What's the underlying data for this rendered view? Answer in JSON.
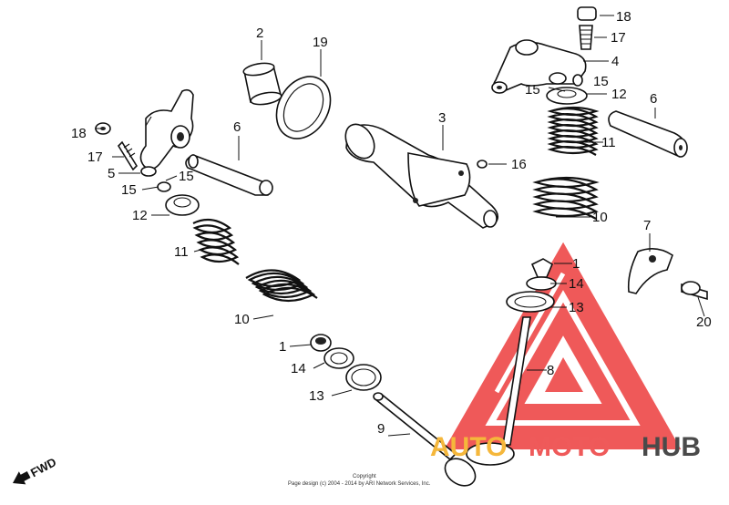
{
  "callouts": {
    "c1a": "1",
    "c1b": "1",
    "c2": "2",
    "c3": "3",
    "c4": "4",
    "c5": "5",
    "c6a": "6",
    "c6b": "6",
    "c7": "7",
    "c8": "8",
    "c9": "9",
    "c10a": "10",
    "c10b": "10",
    "c11a": "11",
    "c11b": "11",
    "c12a": "12",
    "c12b": "12",
    "c13a": "13",
    "c13b": "13",
    "c14a": "14",
    "c14b": "14",
    "c15a": "15",
    "c15b": "15",
    "c15c": "15",
    "c15d": "15",
    "c16": "16",
    "c17a": "17",
    "c17b": "17",
    "c18a": "18",
    "c18b": "18",
    "c19": "19",
    "c20": "20"
  },
  "fwd_label": "FWD",
  "copyright_line1": "Copyright",
  "copyright_line2": "Page design (c) 2004 - 2014 by ARI Network Services, Inc.",
  "watermark": {
    "part1": "AUTO",
    "part2": "MOTO",
    "part3": "HUB",
    "colors": {
      "auto": "#f5b73b",
      "moto": "#ef5a5a",
      "hub": "#4a4a4a",
      "triangle": "#ee4b4b"
    }
  }
}
